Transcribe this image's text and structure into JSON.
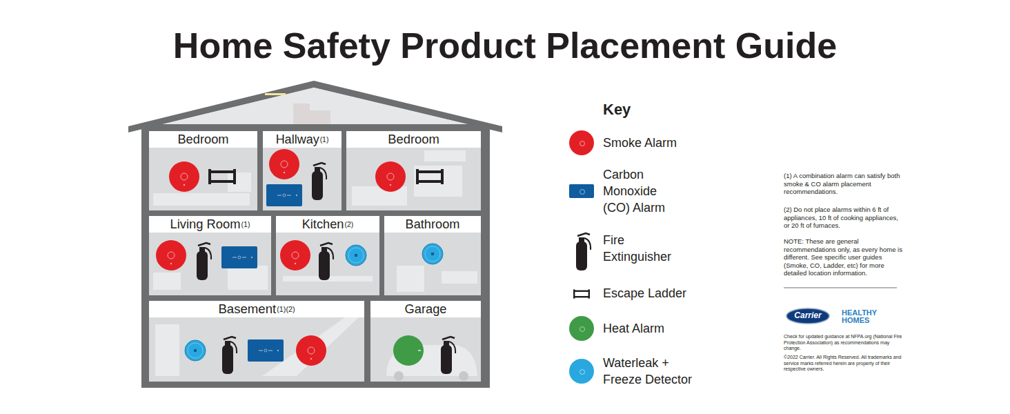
{
  "diagram": {
    "title": "Home Safety Product Placement Guide",
    "nodes": [
      {
        "text": [
          "Bedroom"
        ]
      },
      {
        "text": [
          "Hallway",
          "(1)"
        ]
      },
      {
        "text": [
          "Bedroom"
        ]
      },
      {
        "text": [
          "Living Room",
          "(1)"
        ]
      },
      {
        "text": [
          "Kitchen",
          "(2)"
        ]
      },
      {
        "text": [
          "Bathroom"
        ]
      },
      {
        "text": [
          "Basement",
          "(1)(2)"
        ]
      },
      {
        "text": [
          "Garage"
        ]
      }
    ],
    "edges": [],
    "labels": [
      "Key",
      "(1) A combination alarm can satisfy both smoke & CO alarm placement recommendations.",
      "(2) Do not place alarms within 6 ft of appliances, 10 ft of cooking appliances, or 20 ft of furnaces.",
      "NOTE: These are general recommendations only, as every home is different. See specific user guides (Smoke, CO, Ladder, etc) for more detailed location information.",
      "Carrier",
      "HEALTHY HOMES",
      "Check for updated guidance at NFPA.org (National Fire Protection Association) as recommendations may change.",
      "©2022 Carrier. All Rights Reserved. All trademarks and service marks referred herein are property of their respective owners."
    ],
    "legend": [
      {
        "text": "Smoke Alarm",
        "color": "#e31f26"
      },
      {
        "text": "Carbon Monoxide (CO) Alarm",
        "color": "#0f5c9e"
      },
      {
        "text": "Fire Extinguisher"
      },
      {
        "text": "Escape Ladder"
      },
      {
        "text": "Heat Alarm",
        "color": "#3f9b46"
      },
      {
        "text": "Waterleak + Freeze Detector",
        "color": "#29a8e0"
      }
    ]
  }
}
